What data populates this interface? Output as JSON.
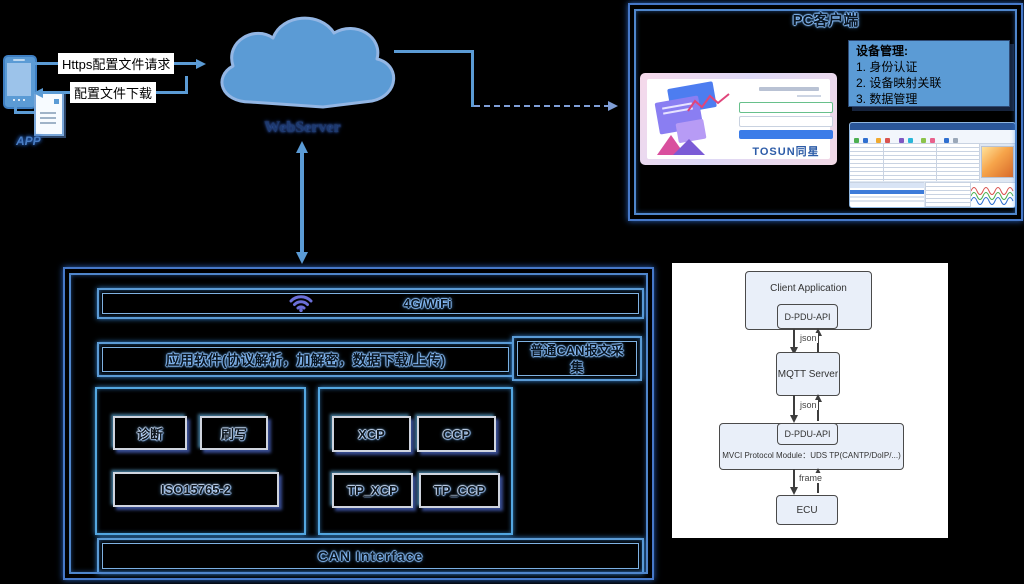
{
  "colors": {
    "accent_blue": "#5b9bd5",
    "panel_border": "#4f86cc",
    "devmgmt_fill": "#5b9bd5",
    "logo_blue": "#2d5ca8",
    "login_button": "#3b7ce8",
    "wifi_icon": "#6b6fd8",
    "webserver_text": "#1e3a6e"
  },
  "icons": {
    "phone": "smartphone-icon",
    "document": "config-file-icon",
    "cloud": "cloud-shape",
    "wifi": "wifi-fan-icon"
  },
  "mobile": {
    "caption": "APP"
  },
  "topflow": {
    "request_label": "Https配置文件请求",
    "download_label": "配置文件下载",
    "server_label": "WebServer"
  },
  "pc_panel": {
    "title": "PC客户端",
    "device_mgmt": {
      "heading": "设备管理:",
      "items": [
        "1.  身份认证",
        "2.  设备映射关联",
        "3.  数据管理"
      ]
    },
    "login_shot": {
      "logo": "TOSUN同星"
    }
  },
  "device_panel": {
    "wifi_bar": "4G/WiFi",
    "app_bar": "应用软件(协议解析，加解密，数据下载/上传)",
    "can_capture": "普通CAN报文采集",
    "diag_group": [
      "诊断",
      "刷写",
      "ISO15765-2"
    ],
    "cal_group": [
      "XCP",
      "CCP",
      "TP_XCP",
      "TP_CCP"
    ],
    "can_interface": "CAN Interface"
  },
  "flow": {
    "client": "Client Application",
    "dpdu_top": "D-PDU-API",
    "json_label_1": "json",
    "mqtt": "MQTT Server",
    "json_label_2": "json",
    "dpdu_bottom": "D-PDU-API",
    "mvci": "MVCI Protocol Module：UDS TP(CANTP/DoIP/...)",
    "frame_label": "frame",
    "ecu": "ECU"
  }
}
